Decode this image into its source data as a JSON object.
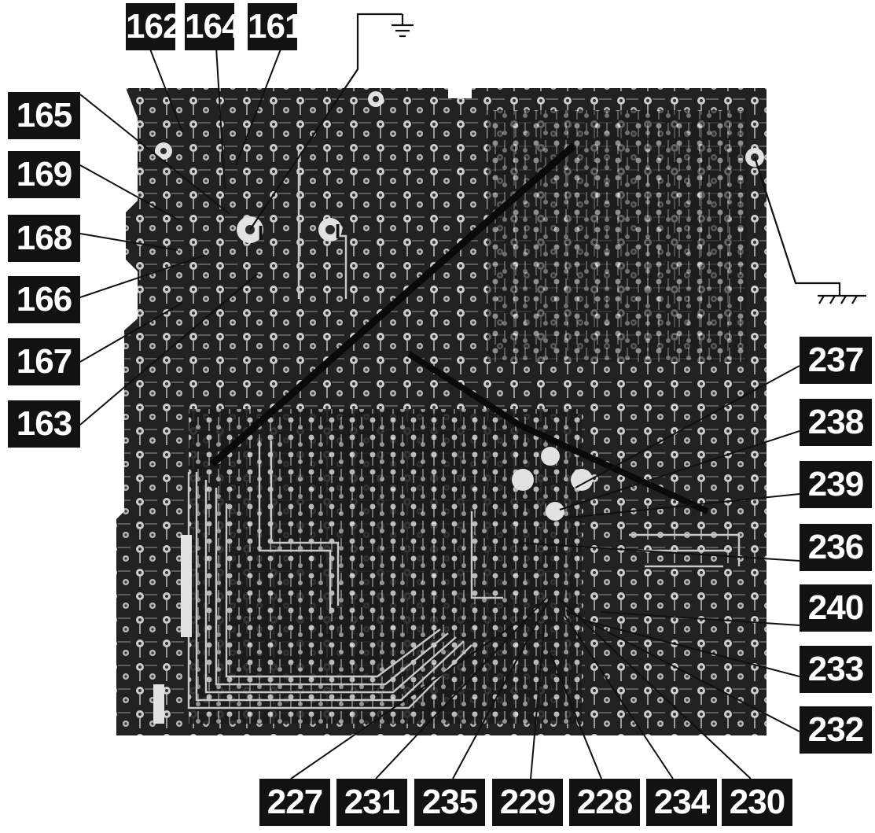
{
  "board": {
    "component_marks": [
      "I",
      "I"
    ]
  },
  "callouts": {
    "top": [
      "162",
      "164",
      "161"
    ],
    "left": [
      "165",
      "169",
      "168",
      "166",
      "167",
      "163"
    ],
    "right": [
      "237",
      "238",
      "239",
      "236",
      "240",
      "233",
      "232"
    ],
    "bottom": [
      "227",
      "231",
      "235",
      "229",
      "228",
      "234",
      "230"
    ]
  },
  "symbols": {
    "top_ground": "ground-icon",
    "right_ground": "chassis-ground-icon"
  },
  "colors": {
    "label_bg": "#121212",
    "label_text": "#ffffff",
    "board_dark": "#1e1e1e",
    "trace_light": "#bdbdbd"
  }
}
